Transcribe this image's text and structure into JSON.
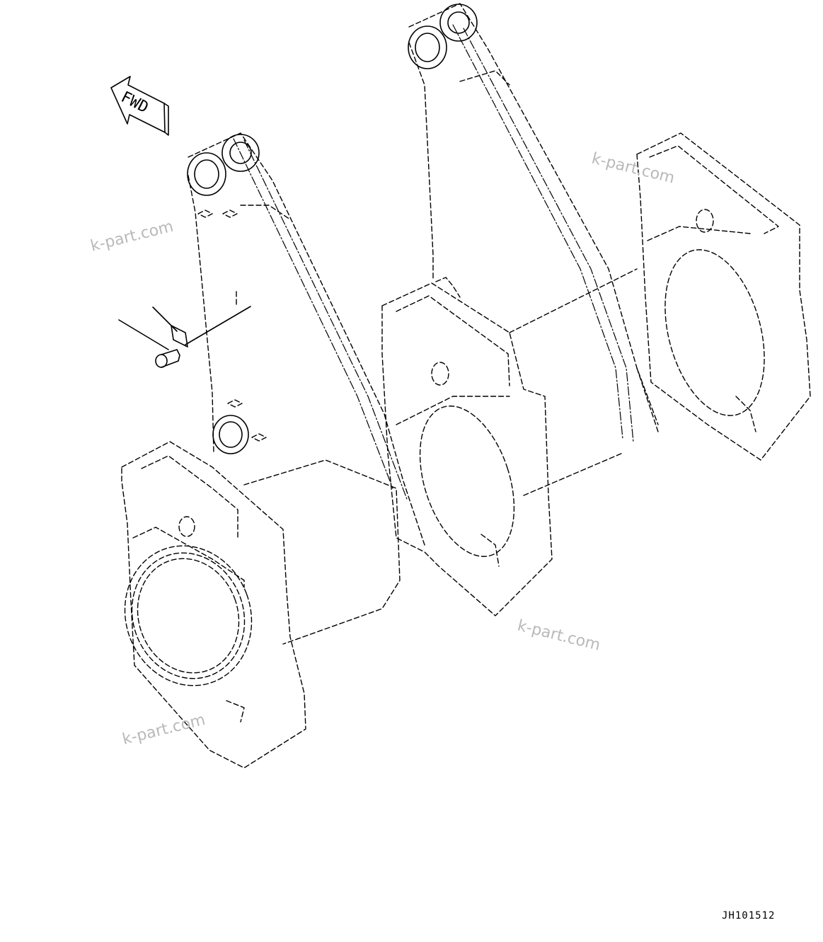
{
  "direction_label": "FWD",
  "watermarks": [
    "k-part.com",
    "k-part.com",
    "k-part.com",
    "k-part.com"
  ],
  "drawing_code": "JH101512"
}
